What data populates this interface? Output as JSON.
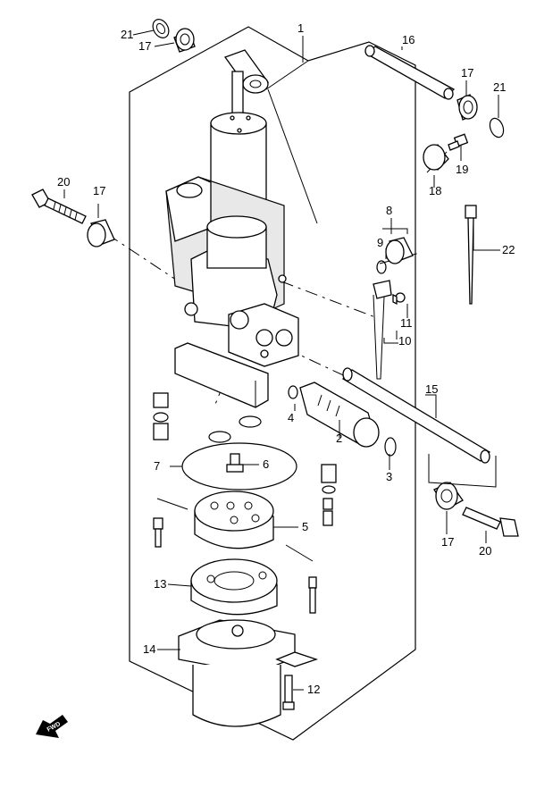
{
  "callouts": {
    "c1": "1",
    "c2": "2",
    "c3": "3",
    "c4": "4",
    "c5": "5",
    "c6": "6",
    "c7": "7",
    "c8": "8",
    "c9": "9",
    "c10": "10",
    "c11": "11",
    "c12": "12",
    "c13": "13",
    "c14": "14",
    "c15": "15",
    "c16": "16",
    "c17a": "17",
    "c17b": "17",
    "c17c": "17",
    "c17d": "17",
    "c18": "18",
    "c19": "19",
    "c20a": "20",
    "c20b": "20",
    "c21a": "21",
    "c21b": "21",
    "c22": "22"
  },
  "direction_badge": {
    "text": "FWD"
  }
}
